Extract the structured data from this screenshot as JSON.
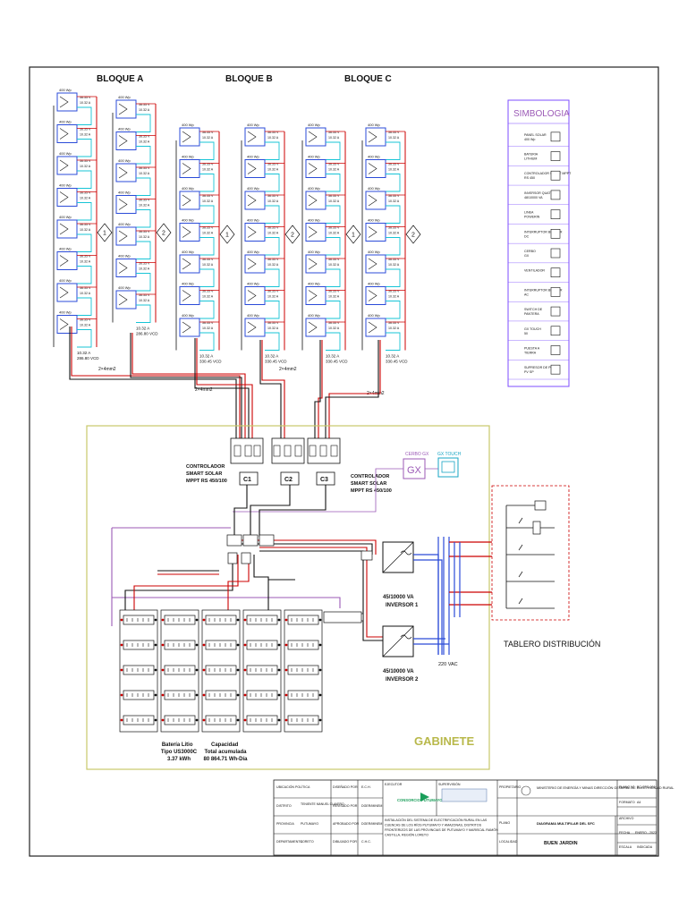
{
  "blocks": {
    "a_title": "BLOQUE A",
    "b_title": "BLOQUE B",
    "c_title": "BLOQUE C"
  },
  "panel": {
    "power": "400 Wp",
    "voltage": "36.35 V",
    "current": "10.32 A"
  },
  "strings": [
    {
      "badge": "1",
      "current": "10.32 A",
      "voltage": "286.80 VCD"
    },
    {
      "badge": "2",
      "current": "10.32 A",
      "voltage": "286.80 VCD"
    },
    {
      "badge": "1",
      "current": "10.32 A",
      "voltage": "330.45 VCD"
    },
    {
      "badge": "2",
      "current": "10.32 A",
      "voltage": "330.45 VCD"
    },
    {
      "badge": "1",
      "current": "10.32 A",
      "voltage": "330.45 VCD"
    },
    {
      "badge": "2",
      "current": "10.32 A",
      "voltage": "330.45 VCD"
    }
  ],
  "cable_label": "2×4mm2",
  "controllers": {
    "label_left": "CONTROLADOR SMART SOLAR MPPT RS 450/100",
    "label_right": "CONTROLADOR SMART SOLAR MPPT RS 450/100",
    "ids": [
      "C1",
      "C2",
      "C3"
    ]
  },
  "gx": {
    "cerbo_label": "CERBO GX",
    "gx_text": "GX",
    "touch_label": "GX TOUCH"
  },
  "inverters": [
    {
      "power": "45/10000 VA",
      "name": "INVERSOR 1"
    },
    {
      "power": "45/10000 VA",
      "name": "INVERSOR 2"
    }
  ],
  "vac_label": "220 VAC",
  "battery": {
    "label": "Batería Litio Tipo US3000C 3.37 kWh",
    "capacity": "Capacidad Total acumulada 80 864.71 Wh-Día"
  },
  "gabinete": "GABINETE",
  "tablero": "TABLERO DISTRIBUCIÓN",
  "simbologia": {
    "title": "SIMBOLOGIA",
    "items": [
      "PANEL SOLAR 400 Wp",
      "BATERIA LITHIUM",
      "CONTROLADOR SMART MPPT RS 450",
      "INVERSOR QUATTRO 48/10000 VA",
      "LINEA POWERIN",
      "INTERRUPTOR BIPOLAR DC",
      "CERBO GX",
      "VENTILADOR",
      "INTERRUPTOR BIPOLAR AC",
      "SWITCH DE PANTERA",
      "GX TOUCH 50",
      "PUESTA A TIERRA",
      "SUPRESOR DE PICO PV SP"
    ]
  },
  "title_block": {
    "ubicacion_label": "UBICACIÓN POLÍTICA",
    "distrito_label": "DISTRITO",
    "distrito": "TENIENTE MANUEL CLAVERO",
    "provincia_label": "PROVINCIA",
    "provincia": "PUTUMAYO",
    "departamento_label": "DEPARTAMENTO",
    "departamento": "LORETO",
    "disenado_label": "DISEÑADO POR",
    "disenado": "E.C.H.",
    "revisado_label": "REVISADO POR",
    "revisado": "DGER/MINEM",
    "aprobado_label": "APROBADO POR",
    "aprobado": "DGER/MINEM",
    "dibujado_label": "DIBUJADO POR",
    "dibujado": "C.H.C.",
    "ejecutor_label": "EJECUTOR",
    "ejecutor_logo": "CONSORCIO PUTUMAYO",
    "supervision_label": "SUPERVISIÓN",
    "proyecto_text": "INSTALACIÓN DEL SISTEMA DE ELECTRIFICACIÓN RURAL EN LAS CUENCAS DE LOS RÍOS PUTUMAYO Y AMAZONAS, DISTRITOS FRONTERIZOS DE LAS PROVINCIAS DE PUTUMAYO Y MARISCAL RAMÓN CASTILLA, REGIÓN LORETO",
    "propietario_label": "PROPIETARIO",
    "propietario": "MINISTERIO DE ENERGÍA Y MINAS DIRECCIÓN GENERAL DE ELECTRICIDAD RURAL",
    "plano_label": "PLANO",
    "plano": "DIAGRAMA MULTIFILAR DEL SFC",
    "localidad_label": "LOCALIDAD",
    "localidad": "BUEN JARDIN",
    "plano_n_label": "PLANO N°",
    "plano_n": "BC-SFC-001",
    "formato_label": "FORMATO",
    "formato": "A4",
    "archivo_label": "ARCHIVO",
    "fecha_label": "FECHA",
    "fecha": "ENERO - 2023",
    "escala_label": "ESCALA",
    "escala": "INDICADA"
  }
}
